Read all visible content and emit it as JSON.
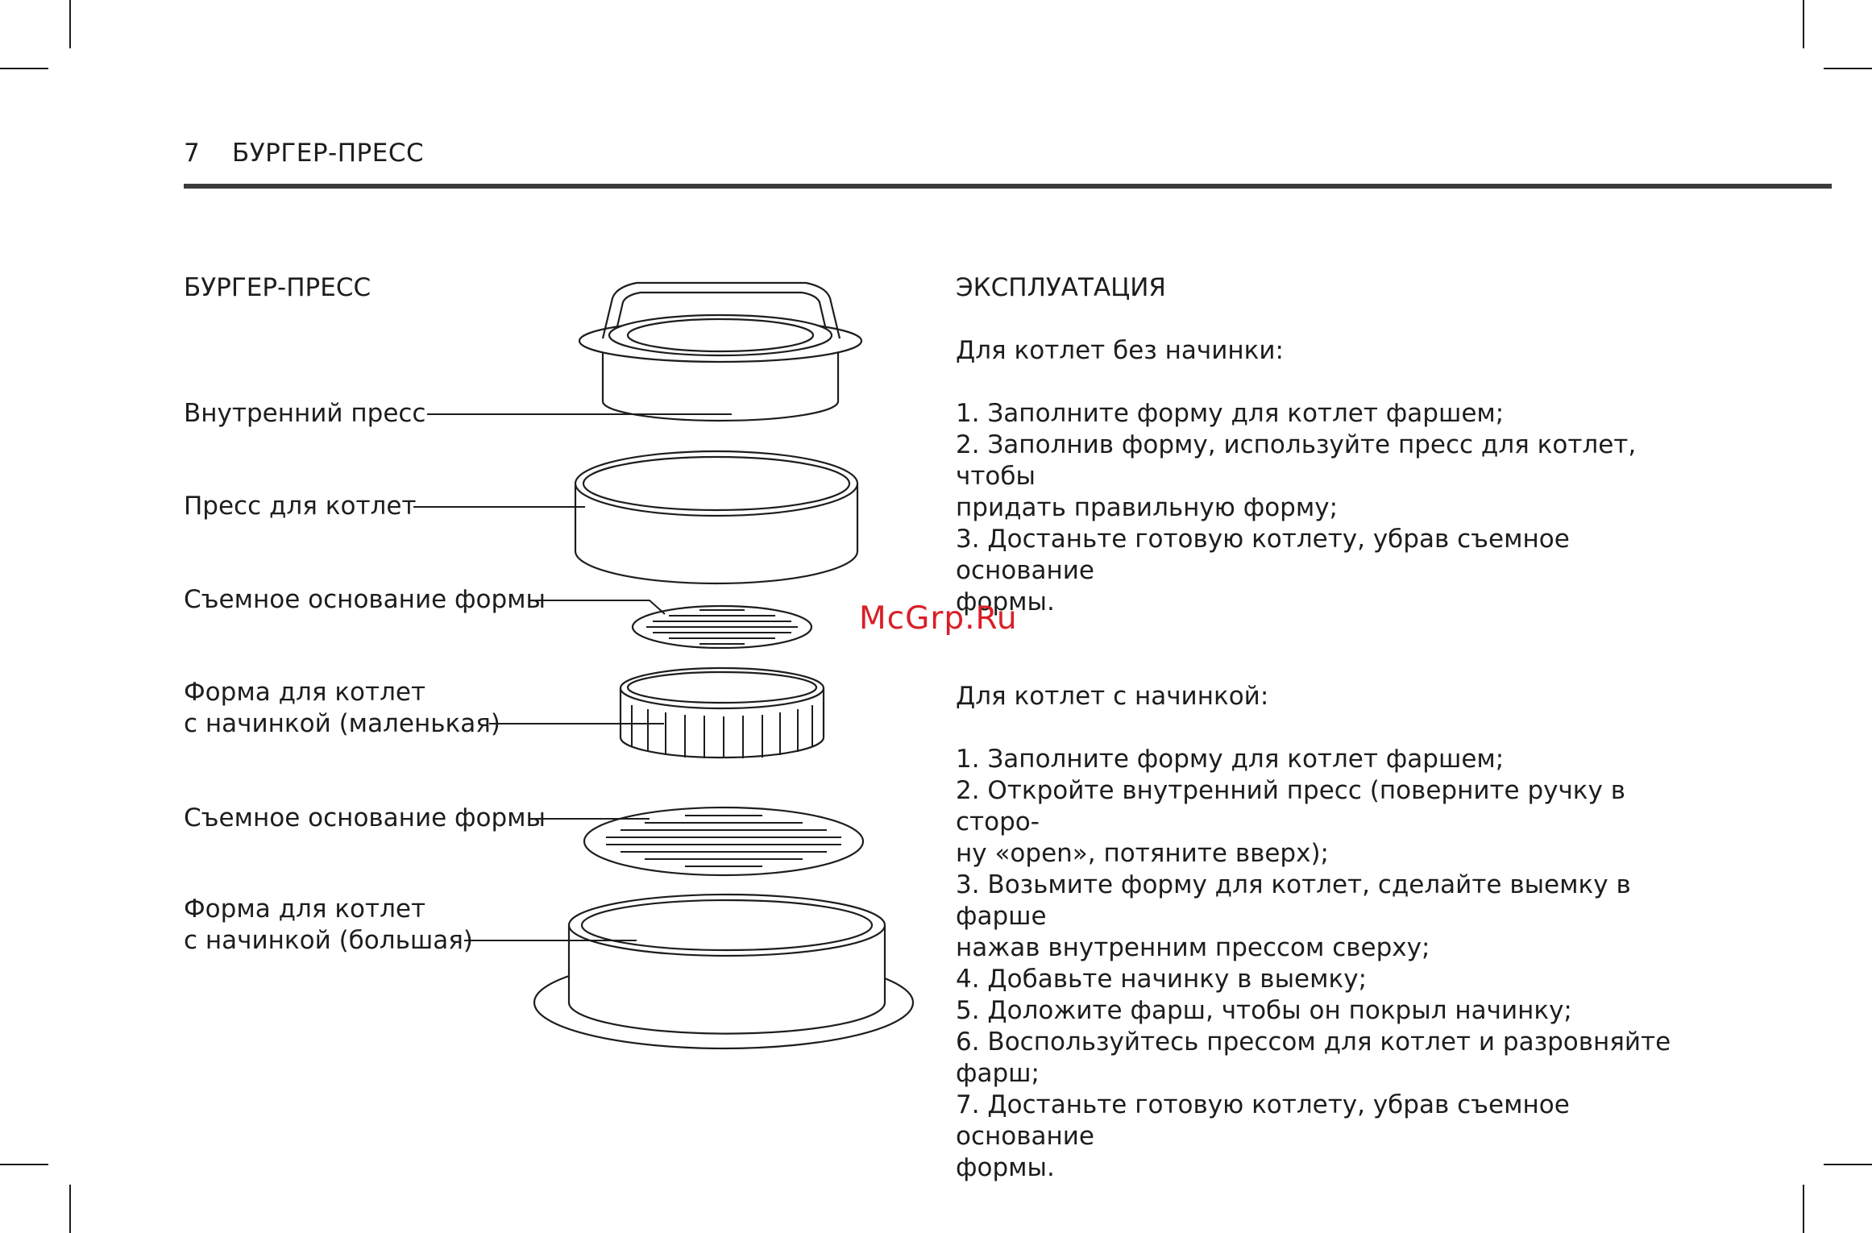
{
  "header": {
    "page_number": "7",
    "title": "БУРГЕР-ПРЕСС"
  },
  "left": {
    "section_title": "БУРГЕР-ПРЕСС",
    "labels": [
      [
        "Внутренний пресс"
      ],
      [
        "Пресс для котлет"
      ],
      [
        "Съемное основание формы"
      ],
      [
        "Форма для котлет",
        "с начинкой (маленькая)"
      ],
      [
        "Съемное основание формы"
      ],
      [
        "Форма для котлет",
        "с начинкой (большая)"
      ]
    ]
  },
  "right": {
    "section_title": "ЭКСПЛУАТАЦИЯ",
    "no_filling": {
      "heading": "Для котлет без начинки:",
      "steps": [
        "1. Заполните форму для котлет фаршем;",
        "2. Заполнив форму, используйте пресс для котлет, чтобы",
        "придать правильную форму;",
        "3. Достаньте готовую котлету, убрав съемное основание",
        "формы."
      ]
    },
    "with_filling": {
      "heading": "Для котлет с начинкой:",
      "steps": [
        "1. Заполните форму для котлет фаршем;",
        "2. Откройте внутренний пресс (поверните ручку в сторо-",
        "ну «open», потяните вверх);",
        "3. Возьмите форму для котлет, сделайте выемку в фарше",
        "нажав внутренним прессом сверху;",
        "4. Добавьте начинку в выемку;",
        "5. Доложите фарш, чтобы он покрыл начинку;",
        "6. Воспользуйтесь прессом для котлет и разровняйте",
        "фарш;",
        "7. Достаньте готовую котлету, убрав съемное основание",
        "формы."
      ]
    }
  },
  "watermark": "McGrp.Ru"
}
